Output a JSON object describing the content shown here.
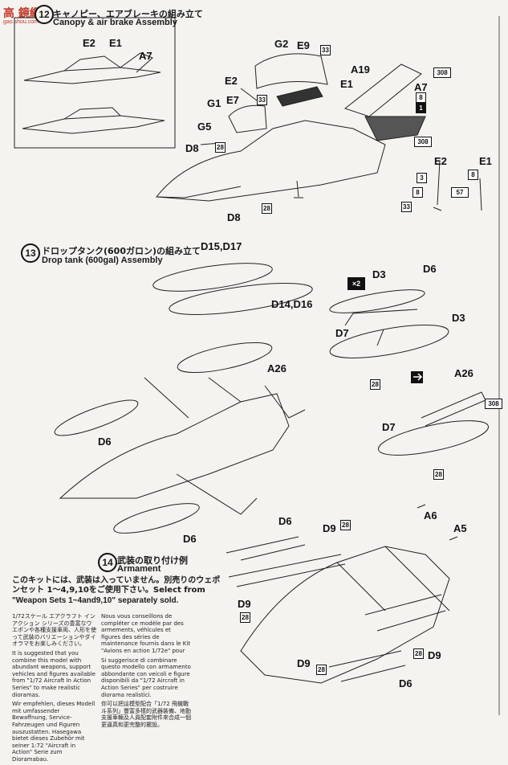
{
  "watermark": {
    "brand": "高 鏡網",
    "url": "gao.shou.com"
  },
  "step12": {
    "title_jp": "キャノピー、エアブレーキの組み立て",
    "title_en": "Canopy & air brake Assembly",
    "labels": {
      "e2_inset": "E2",
      "e1_inset": "E1",
      "a7_inset": "A7",
      "g2": "G2",
      "e9": "E9",
      "a19": "A19",
      "e2": "E2",
      "e1": "E1",
      "g1": "G1",
      "e7": "E7",
      "a7": "A7",
      "g5": "G5",
      "d8": "D8",
      "d8b": "D8",
      "e2b": "E2",
      "e1b": "E1"
    },
    "boxes": {
      "n33a": "33",
      "n33b": "33",
      "n33c": "33",
      "n308a": "308",
      "n308b": "308",
      "n8a": "8",
      "n1": "1",
      "n28a": "28",
      "n28b": "28",
      "n3": "3",
      "n8b": "8",
      "n8c": "8",
      "n57": "57"
    }
  },
  "step13": {
    "num": "13",
    "title_jp": "ドロップタンク(600ガロン)の組み立て",
    "title_en": "Drop tank (600gal) Assembly",
    "labels": {
      "d15d17": "D15,D17",
      "d14d16": "D14,D16",
      "d3a": "D3",
      "d6a": "D6",
      "d3b": "D3",
      "d7a": "D7",
      "a26a": "A26",
      "d6b": "D6",
      "a26b": "A26",
      "d7b": "D7",
      "d6c": "D6"
    },
    "x2": "×2",
    "boxes": {
      "n28a": "28",
      "n28b": "28",
      "n308": "308"
    }
  },
  "step14": {
    "num": "14",
    "title_jp": "武装の取り付け例",
    "title_en": "Armament",
    "labels": {
      "a6": "A6",
      "a5": "A5",
      "d6a": "D6",
      "d9a": "D9",
      "d9b": "D9",
      "d9c": "D9",
      "d9d": "D9",
      "d6b": "D6"
    },
    "boxes": {
      "n28a": "28",
      "n28b": "28",
      "n28c": "28",
      "n28d": "28"
    }
  },
  "armament_note": {
    "jp": "このキットには、武装は入っていません。別売りのウェポンセット 1〜4,9,10をご使用下さい。Select from",
    "en": "\"Weapon Sets 1~4and9,10\" separately sold.",
    "en_prefix": "This kit does not include armament. Select from"
  },
  "notes": {
    "col1": [
      "1/72スケール エアクラフト インアクション シリーズの豊富なウエポンや各種支援車両、人形を使って武装のバリエーションやダイオラマをお楽しみください。",
      "It is suggested that you combine this model with abundant weapons, support vehicles and figures available from \"1/72 Aircraft In Action Series\" to make realistic dioramas.",
      "Wir empfehlen, dieses Modell mit umfassender Bewaffnung, Service-Fahrzeugen und Figuren auszustatten. Hasegawa bietet dieses Zubehör mit seiner 1:72 \"Aircraft in Action\" Serie zum Dioramabau."
    ],
    "col2": [
      "Nous vous conseillons de compléter ce modèle par des armements, véhicules et figures des séries de maintenance fournis dans le Kit \"Avions en action 1/72e\" pour",
      "Si suggerisce di combinare questo modello con armamento abbondante con veicoli e figure disponibili da \"1/72 Aircraft in Action Series\" per costruire diorama realistici.",
      "你可以把這模型配合「1/72 飛機戰斗系列」豐富多樣的武器裝備、地勤支援車輛及人員配套附件來合成一個更逼真和更完整的擺設。"
    ]
  }
}
